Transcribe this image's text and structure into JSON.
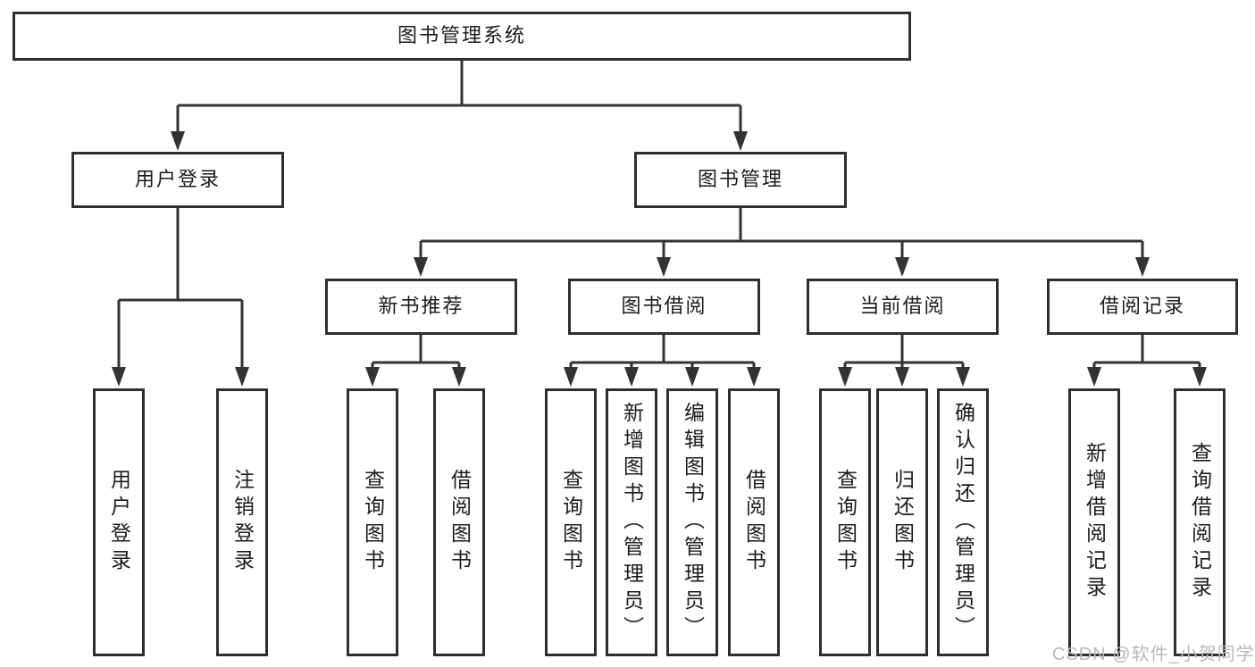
{
  "diagram": {
    "root": {
      "label": "图书管理系统"
    },
    "level2": [
      {
        "label": "用户登录"
      },
      {
        "label": "图书管理"
      }
    ],
    "level3": [
      {
        "label": "新书推荐",
        "parent": "图书管理"
      },
      {
        "label": "图书借阅",
        "parent": "图书管理"
      },
      {
        "label": "当前借阅",
        "parent": "图书管理"
      },
      {
        "label": "借阅记录",
        "parent": "图书管理"
      }
    ],
    "leaves": [
      {
        "label": "用户登录",
        "parent": "用户登录"
      },
      {
        "label": "注销登录",
        "parent": "用户登录"
      },
      {
        "label": "查询图书",
        "parent": "新书推荐"
      },
      {
        "label": "借阅图书",
        "parent": "新书推荐"
      },
      {
        "label": "查询图书",
        "parent": "图书借阅"
      },
      {
        "label": "新增图书（管理员）",
        "parent": "图书借阅"
      },
      {
        "label": "编辑图书（管理员）",
        "parent": "图书借阅"
      },
      {
        "label": "借阅图书",
        "parent": "图书借阅"
      },
      {
        "label": "查询图书",
        "parent": "当前借阅"
      },
      {
        "label": "归还图书",
        "parent": "当前借阅"
      },
      {
        "label": "确认归还（管理员）",
        "parent": "当前借阅"
      },
      {
        "label": "新增借阅记录",
        "parent": "借阅记录"
      },
      {
        "label": "查询借阅记录",
        "parent": "借阅记录"
      }
    ]
  },
  "watermark": {
    "text": "CSDN @软件_小贺同学"
  },
  "colors": {
    "line": "#333333",
    "box_border": "#2f2f2f",
    "text": "#1c1c1c",
    "watermark": "#b9b9b9",
    "background": "#ffffff"
  }
}
